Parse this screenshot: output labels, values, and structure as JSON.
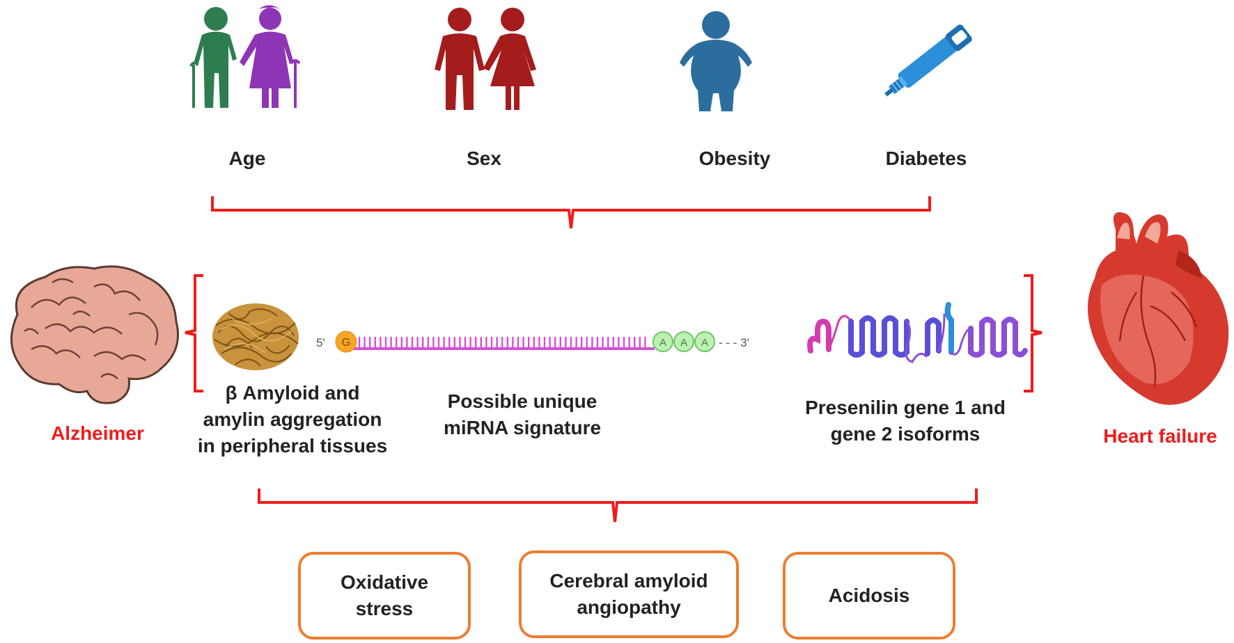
{
  "risk_factors": {
    "age": "Age",
    "sex": "Sex",
    "obesity": "Obesity",
    "diabetes": "Diabetes"
  },
  "conditions": {
    "left": "Alzheimer",
    "right": "Heart failure"
  },
  "mechanisms": {
    "amyloid": [
      "β Amyloid and",
      "amylin aggregation",
      "in peripheral tissues"
    ],
    "mirna": [
      "Possible unique",
      "miRNA signature"
    ],
    "presenilin": [
      "Presenilin gene 1 and",
      "gene 2 isoforms"
    ]
  },
  "mrna": {
    "five_prime": "5'",
    "cap": "G",
    "polya": [
      "A",
      "A",
      "A"
    ],
    "three_prime": "- - - 3'"
  },
  "outcomes": [
    "Oxidative\nstress",
    "Cerebral amyloid\nangiopathy",
    "Acidosis"
  ],
  "colors": {
    "bracket": "#ee1c1c",
    "label_red": "#ee1c1c",
    "box_border": "#ed7d31",
    "elderly_man": "#2e7d4f",
    "elderly_woman": "#8e35b5",
    "couple": "#a51c1c",
    "obese": "#2b6e9e",
    "pen": "#2b8fd9",
    "mrna_strand": "#d64fd6",
    "mrna_cap": "#f5a623",
    "mrna_polya": "#a8e6a0",
    "presenilin_blue": "#5a4fd6",
    "presenilin_pink": "#d23dae",
    "presenilin_purple": "#8a4fd6"
  },
  "icons": [
    "elderly-couple-icon",
    "couple-icon",
    "obese-person-icon",
    "insulin-pen-icon",
    "brain-icon",
    "heart-icon",
    "amyloid-fibril-icon",
    "mrna-strand-icon",
    "presenilin-protein-icon"
  ]
}
